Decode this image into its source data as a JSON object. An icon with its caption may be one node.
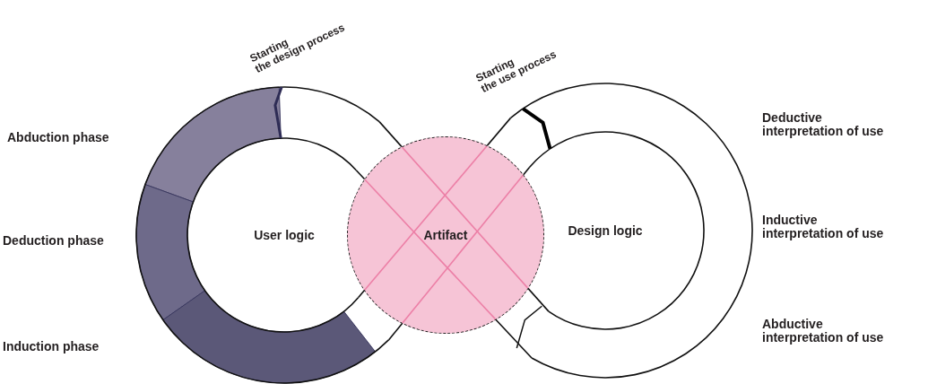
{
  "diagram": {
    "nodes": [
      {
        "text": [
          "User logic"
        ]
      },
      {
        "text": [
          "Artifact"
        ]
      },
      {
        "text": [
          "Design logic"
        ]
      }
    ],
    "labels": [
      "Starting the design process",
      "Starting the use process",
      "Abduction phase",
      "Deductive interpretation of use",
      "Deduction phase",
      "Inductive interpretation of use",
      "Induction phase",
      "Abductive interpretation of use"
    ]
  }
}
